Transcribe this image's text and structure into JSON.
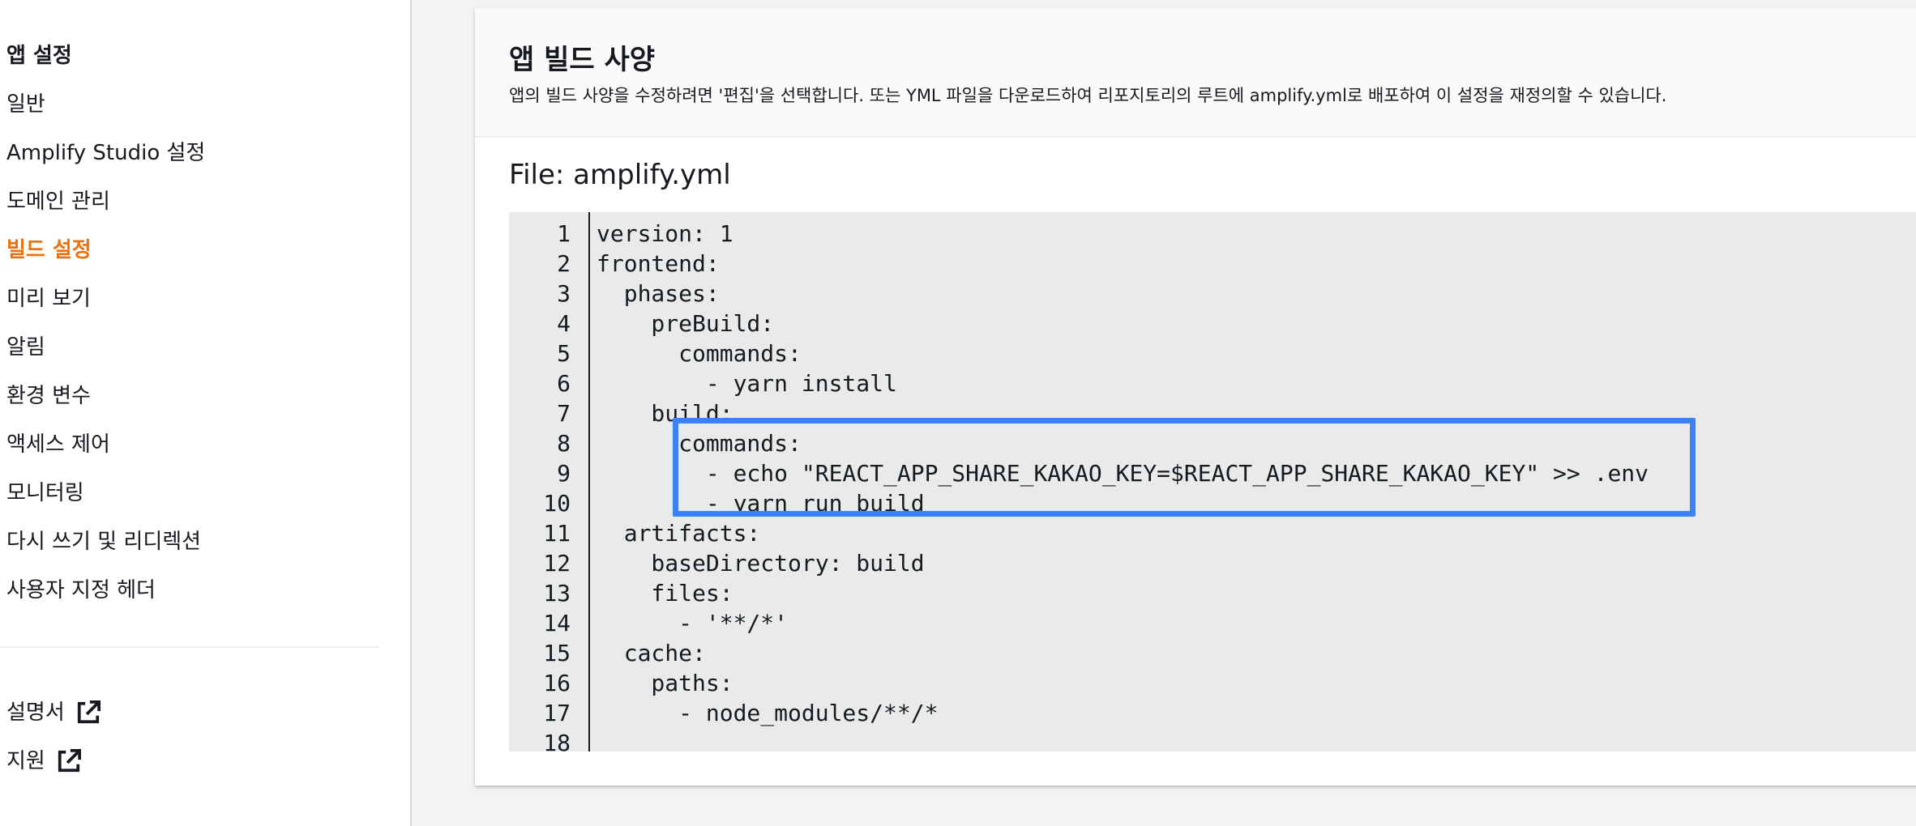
{
  "sidebar": {
    "heading": "앱 설정",
    "items": [
      {
        "label": "일반",
        "active": false
      },
      {
        "label": "Amplify Studio 설정",
        "active": false
      },
      {
        "label": "도메인 관리",
        "active": false
      },
      {
        "label": "빌드 설정",
        "active": true
      },
      {
        "label": "미리 보기",
        "active": false
      },
      {
        "label": "알림",
        "active": false
      },
      {
        "label": "환경 변수",
        "active": false
      },
      {
        "label": "액세스 제어",
        "active": false
      },
      {
        "label": "모니터링",
        "active": false
      },
      {
        "label": "다시 쓰기 및 리디렉션",
        "active": false
      },
      {
        "label": "사용자 지정 헤더",
        "active": false
      }
    ],
    "external_links": [
      {
        "label": "설명서",
        "icon": "external-link-icon"
      },
      {
        "label": "지원",
        "icon": "external-link-icon"
      }
    ]
  },
  "card": {
    "title": "앱 빌드 사양",
    "description": "앱의 빌드 사양을 수정하려면 '편집'을 선택합니다. 또는 YML 파일을 다운로드하여 리포지토리의 루트에 amplify.yml로 배포하여 이 설정을 재정의할 수 있습니다.",
    "file_label": "File: amplify.yml"
  },
  "editor": {
    "lines": [
      {
        "num": "1",
        "code": "version: 1"
      },
      {
        "num": "2",
        "code": "frontend:"
      },
      {
        "num": "3",
        "code": "  phases:"
      },
      {
        "num": "4",
        "code": "    preBuild:"
      },
      {
        "num": "5",
        "code": "      commands:"
      },
      {
        "num": "6",
        "code": "        - yarn install"
      },
      {
        "num": "7",
        "code": "    build:"
      },
      {
        "num": "8",
        "code": "      commands:"
      },
      {
        "num": "9",
        "code": "        - echo \"REACT_APP_SHARE_KAKAO_KEY=$REACT_APP_SHARE_KAKAO_KEY\" >> .env"
      },
      {
        "num": "10",
        "code": "        - yarn run build"
      },
      {
        "num": "11",
        "code": "  artifacts:"
      },
      {
        "num": "12",
        "code": "    baseDirectory: build"
      },
      {
        "num": "13",
        "code": "    files:"
      },
      {
        "num": "14",
        "code": "      - '**/*'"
      },
      {
        "num": "15",
        "code": "  cache:"
      },
      {
        "num": "16",
        "code": "    paths:"
      },
      {
        "num": "17",
        "code": "      - node_modules/**/*"
      },
      {
        "num": "18",
        "code": ""
      }
    ]
  },
  "colors": {
    "active_nav": "#ec7211",
    "highlight": "#3b82f6",
    "editor_bg": "#e9ebeb"
  }
}
